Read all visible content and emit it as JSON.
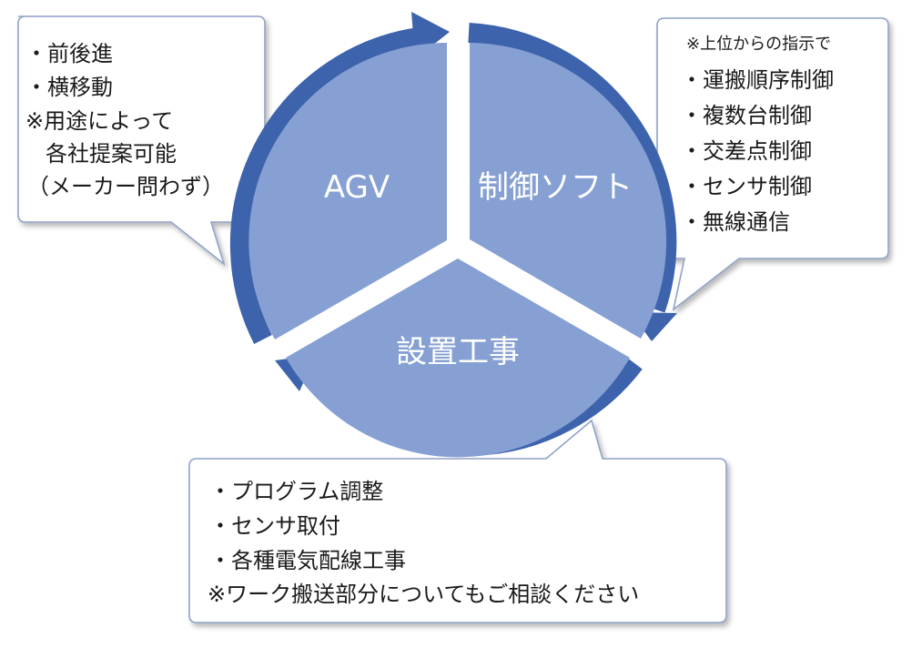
{
  "segments": {
    "agv": "AGV",
    "control": "制御ソフト",
    "install": "設置工事"
  },
  "callout_agv": {
    "lines": [
      "・前後進",
      "・横移動",
      "※用途によって",
      "各社提案可能",
      "（メーカー問わず）"
    ]
  },
  "callout_control": {
    "note": "※上位からの指示で",
    "lines": [
      "・運搬順序制御",
      "・複数台制御",
      "・交差点制御",
      "・センサ制御",
      "・無線通信"
    ]
  },
  "callout_install": {
    "lines": [
      "・プログラム調整",
      "・センサ取付",
      "・各種電気配線工事",
      "※ワーク搬送部分についてもご相談ください"
    ]
  },
  "colors": {
    "segment_fill": "#86a0d3",
    "arrow": "#3e63ad",
    "callout_border": "#8fa2c8",
    "text": "#1a1a1a"
  }
}
